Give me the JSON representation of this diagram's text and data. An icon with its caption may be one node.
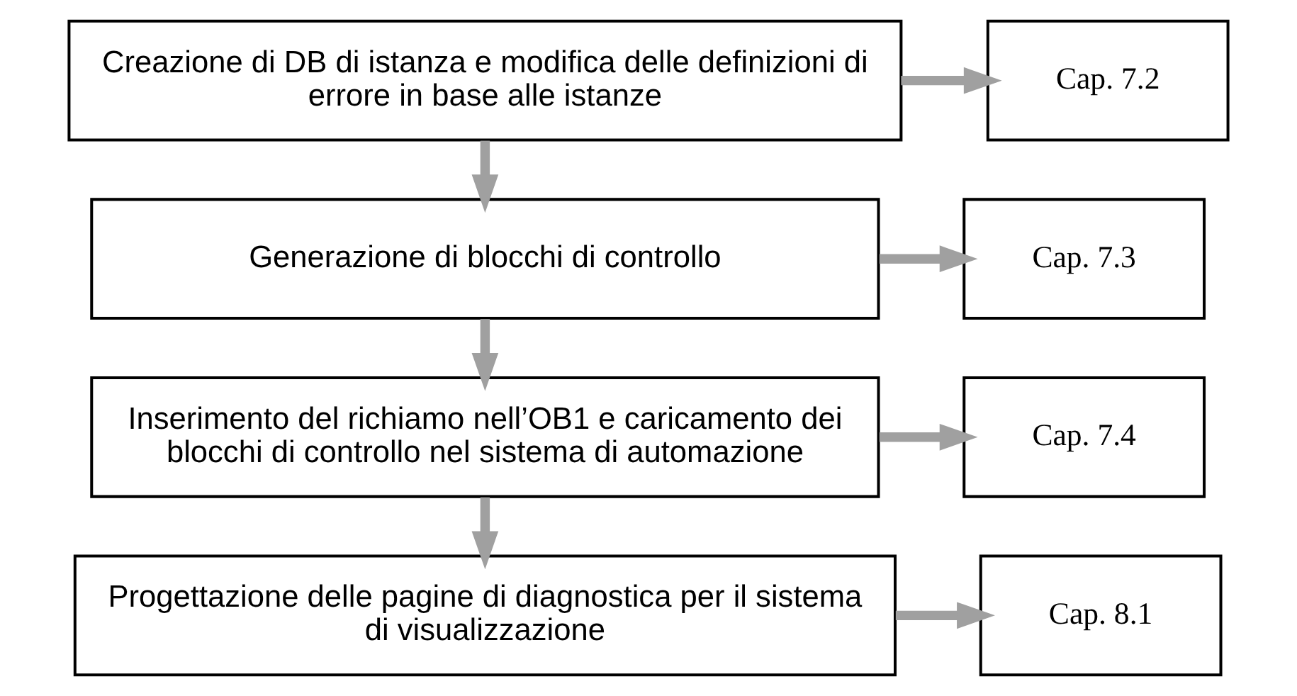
{
  "diagram": {
    "nodes": [
      {
        "text": [
          "Creazione di DB di istanza e modifica delle definizioni di errore in base alle istanze"
        ]
      },
      {
        "text": [
          "Generazione di blocchi di controllo"
        ]
      },
      {
        "text": [
          "Inserimento del richiamo nell’OB1 e caricamento dei blocchi di controllo nel sistema di automazione"
        ]
      },
      {
        "text": [
          "Progettazione delle pagine di diagnostica per il sistema di visualizzazione"
        ]
      },
      {
        "text": [
          "Cap. 7.2"
        ]
      },
      {
        "text": [
          "Cap. 7.3"
        ]
      },
      {
        "text": [
          "Cap. 7.4"
        ]
      },
      {
        "text": [
          "Cap. 8.1"
        ]
      }
    ],
    "edges": [
      {
        "from": 0,
        "to": 4,
        "arrow": "to"
      },
      {
        "from": 0,
        "to": 1,
        "arrow": "to"
      },
      {
        "from": 1,
        "to": 5,
        "arrow": "to"
      },
      {
        "from": 1,
        "to": 2,
        "arrow": "to"
      },
      {
        "from": 2,
        "to": 6,
        "arrow": "to"
      },
      {
        "from": 2,
        "to": 3,
        "arrow": "to"
      },
      {
        "from": 3,
        "to": 7,
        "arrow": "to"
      }
    ]
  }
}
